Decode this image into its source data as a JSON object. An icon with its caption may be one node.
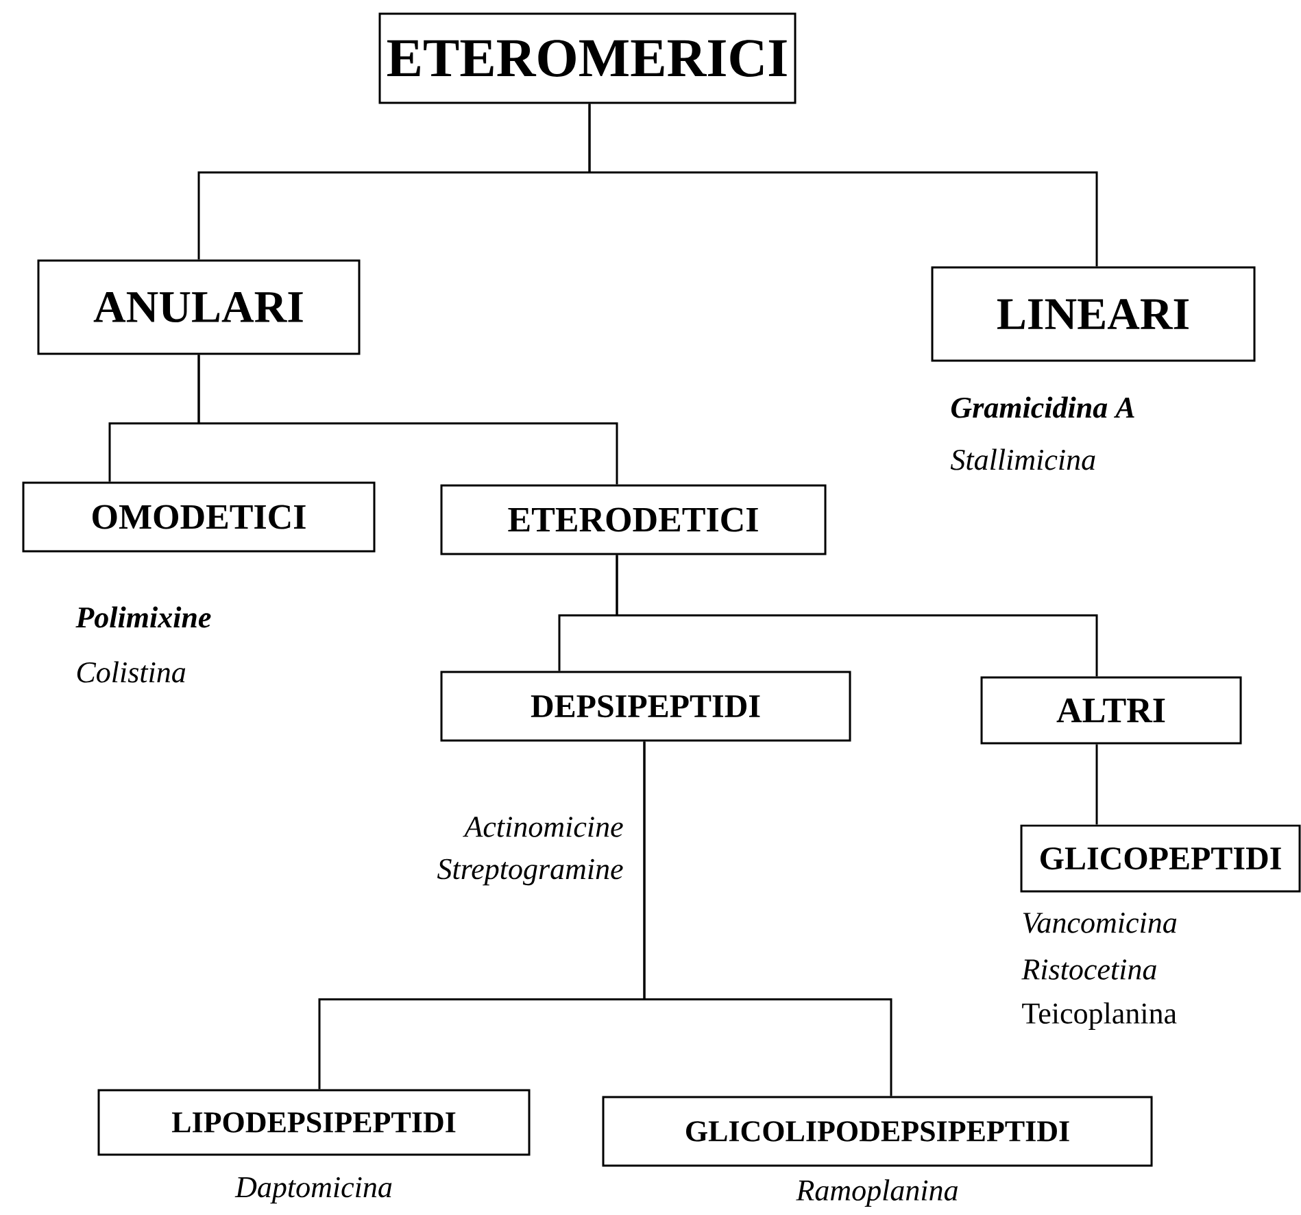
{
  "diagram": {
    "nodes": [
      {
        "text": [
          "ETEROMERICI"
        ]
      },
      {
        "text": [
          "ANULARI"
        ]
      },
      {
        "text": [
          "LINEARI"
        ],
        "beside": [
          "Gramicidina A",
          "Stallimicina"
        ]
      },
      {
        "text": [
          "OMODETICI"
        ],
        "beside": [
          "Polimixine",
          "Colistina"
        ]
      },
      {
        "text": [
          "ETERODETICI"
        ]
      },
      {
        "text": [
          "DEPSIPEPTIDI"
        ],
        "beside": [
          "Actinomicine",
          "Streptogramine"
        ]
      },
      {
        "text": [
          "ALTRI"
        ]
      },
      {
        "text": [
          "GLICOPEPTIDI"
        ],
        "beside": [
          "Vancomicina",
          "Ristocetina",
          "Teicoplanina"
        ]
      },
      {
        "text": [
          "LIPODEPSIPEPTIDI"
        ],
        "beside": [
          "Daptomicina"
        ]
      },
      {
        "text": [
          "GLICOLIPODEPSIPEPTIDI"
        ],
        "beside": [
          "Ramoplanina"
        ]
      }
    ],
    "edges": [
      {
        "from": 0,
        "to": 1,
        "arrow": "none"
      },
      {
        "from": 0,
        "to": 2,
        "arrow": "none"
      },
      {
        "from": 1,
        "to": 3,
        "arrow": "none"
      },
      {
        "from": 1,
        "to": 4,
        "arrow": "none"
      },
      {
        "from": 4,
        "to": 5,
        "arrow": "none"
      },
      {
        "from": 4,
        "to": 6,
        "arrow": "none"
      },
      {
        "from": 5,
        "to": 8,
        "arrow": "none"
      },
      {
        "from": 5,
        "to": 9,
        "arrow": "none"
      },
      {
        "from": 6,
        "to": 7,
        "arrow": "none"
      }
    ]
  }
}
